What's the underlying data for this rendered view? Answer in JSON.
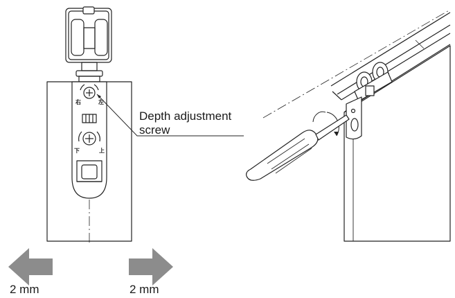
{
  "callout": {
    "line1": "Depth adjustment",
    "line2": "screw"
  },
  "rotation_marks": {
    "right": "右",
    "left": "左",
    "down": "下",
    "up": "上"
  },
  "dimensions": {
    "left_shift": "2 mm",
    "right_shift": "2 mm"
  },
  "colors": {
    "arrow": "#8c8c8c",
    "line": "#222222",
    "panel": "#ffffff"
  }
}
